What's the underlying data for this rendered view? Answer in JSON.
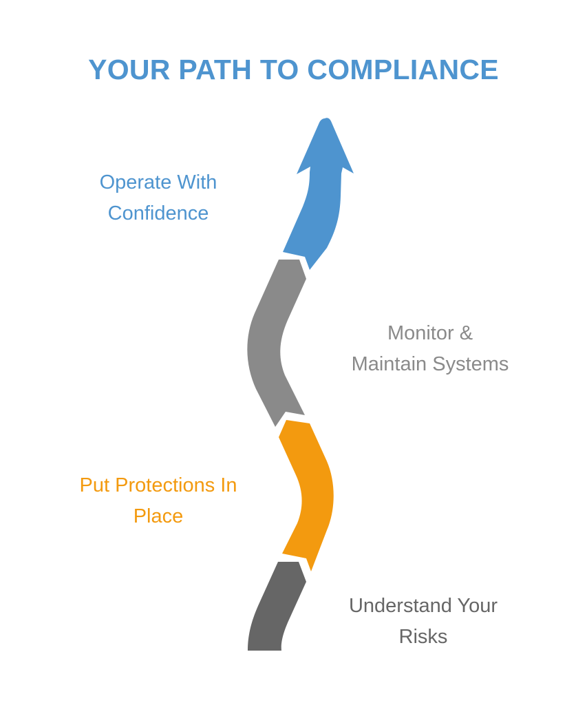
{
  "title": "YOUR PATH TO COMPLIANCE",
  "steps": [
    {
      "label": "Understand Your Risks",
      "color": "#666666"
    },
    {
      "label": "Put Protections In Place",
      "color": "#f39a0f"
    },
    {
      "label": "Monitor & Maintain Systems",
      "color": "#8a8a8a"
    },
    {
      "label": "Operate With Confidence",
      "color": "#4e94cf"
    }
  ],
  "labels": {
    "operate_line1": "Operate With",
    "operate_line2": "Confidence",
    "monitor_line1": "Monitor &",
    "monitor_line2": "Maintain Systems",
    "protect_line1": "Put Protections In",
    "protect_line2": "Place",
    "understand_line1": "Understand Your",
    "understand_line2": "Risks"
  }
}
